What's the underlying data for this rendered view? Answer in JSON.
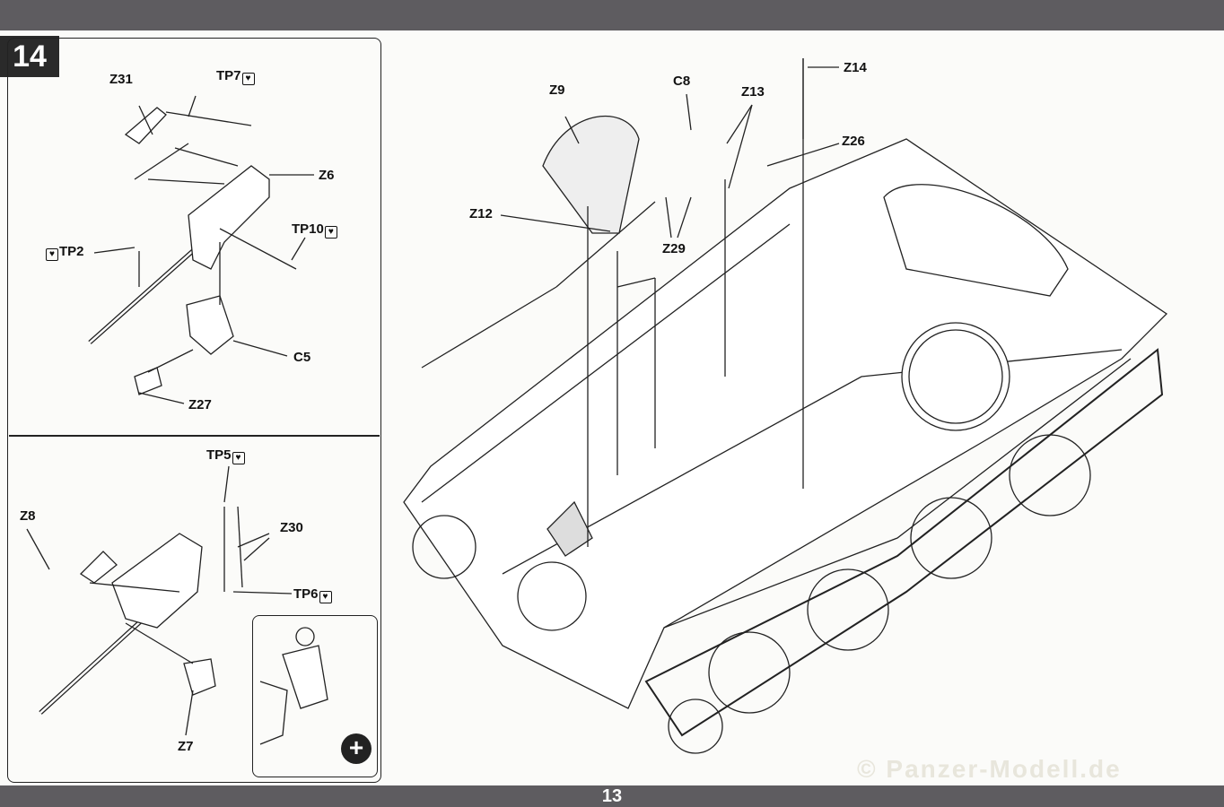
{
  "page_number": "13",
  "step_number": "14",
  "hazard_icon": "broken-heart-icon",
  "zoom_icon": "magnify-plus-icon",
  "watermark": "© Panzer-Modell.de",
  "upper_labels": {
    "z31": "Z31",
    "tp7": "TP7",
    "z6": "Z6",
    "tp10": "TP10",
    "tp2": "TP2",
    "c5": "C5",
    "z27": "Z27"
  },
  "lower_labels": {
    "tp5": "TP5",
    "z8": "Z8",
    "z30": "Z30",
    "tp6": "TP6",
    "z7": "Z7"
  },
  "main_labels": {
    "z9": "Z9",
    "c8": "C8",
    "z13": "Z13",
    "z14": "Z14",
    "z26": "Z26",
    "z12": "Z12",
    "z29": "Z29"
  }
}
